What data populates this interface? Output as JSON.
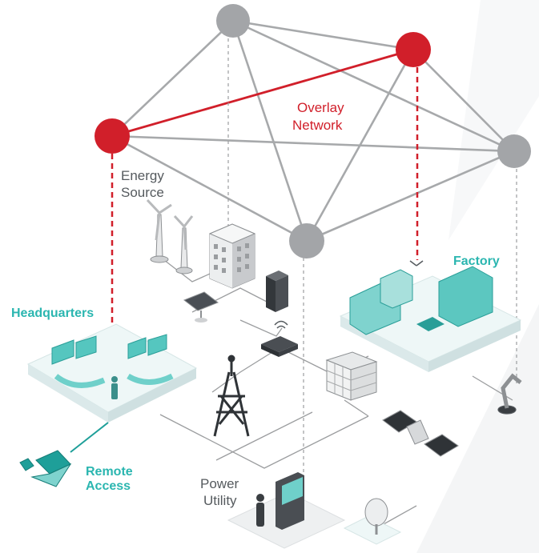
{
  "labels": {
    "overlay_line1": "Overlay",
    "overlay_line2": "Network",
    "energy_line1": "Energy",
    "energy_line2": "Source",
    "headquarters": "Headquarters",
    "factory": "Factory",
    "remote_line1": "Remote",
    "remote_line2": "Access",
    "power_line1": "Power",
    "power_line2": "Utility"
  },
  "colors": {
    "accent_red": "#d11f2a",
    "node_gray": "#a3a5a8",
    "link_gray": "#a7a9ab",
    "teal": "#2bb6b0",
    "text_dark": "#555a5e",
    "platform": "#eaf5f5"
  },
  "nodes": [
    {
      "id": "top",
      "state": "normal"
    },
    {
      "id": "top-right",
      "state": "highlighted"
    },
    {
      "id": "left",
      "state": "highlighted"
    },
    {
      "id": "right",
      "state": "normal"
    },
    {
      "id": "center",
      "state": "normal"
    }
  ]
}
